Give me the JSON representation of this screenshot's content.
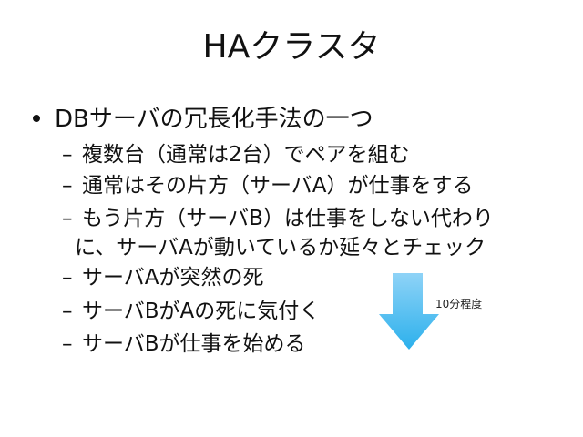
{
  "slide": {
    "title": "HAクラスタ",
    "bullet": {
      "text": "DBサーバの冗長化手法の一つ",
      "sub_items": [
        {
          "line1": "複数台（通常は2台）でペアを組む"
        },
        {
          "line1": "通常はその片方（サーバA）が仕事をする"
        },
        {
          "line1": "もう片方（サーバB）は仕事をしない代わり",
          "line2": "に、サーバAが動いているか延々とチェック"
        },
        {
          "line1": "サーバAが突然の死"
        },
        {
          "line1": "サーバBがAの死に気付く"
        },
        {
          "line1": "サーバBが仕事を始める"
        }
      ]
    },
    "dash": "–",
    "arrow": {
      "icon": "down-arrow-icon",
      "label": "10分程度",
      "color_top": "#8fd3f7",
      "color_bottom": "#2bb0ec"
    }
  }
}
